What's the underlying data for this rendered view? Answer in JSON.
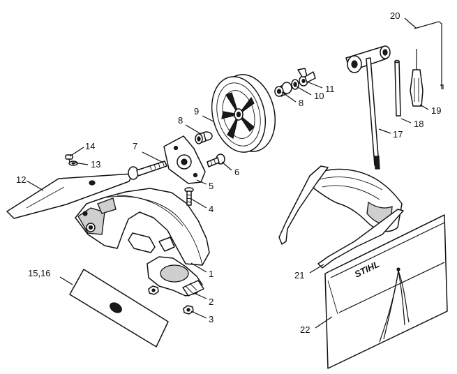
{
  "callouts": [
    {
      "id": "c1",
      "text": "1"
    },
    {
      "id": "c2",
      "text": "2"
    },
    {
      "id": "c3",
      "text": "3"
    },
    {
      "id": "c4",
      "text": "4"
    },
    {
      "id": "c5",
      "text": "5"
    },
    {
      "id": "c6",
      "text": "6"
    },
    {
      "id": "c7",
      "text": "7"
    },
    {
      "id": "c8a",
      "text": "8"
    },
    {
      "id": "c8b",
      "text": "8"
    },
    {
      "id": "c9",
      "text": "9"
    },
    {
      "id": "c10",
      "text": "10"
    },
    {
      "id": "c11",
      "text": "11"
    },
    {
      "id": "c12",
      "text": "12"
    },
    {
      "id": "c13",
      "text": "13"
    },
    {
      "id": "c14",
      "text": "14"
    },
    {
      "id": "c1516",
      "text": "15,16"
    },
    {
      "id": "c17",
      "text": "17"
    },
    {
      "id": "c18",
      "text": "18"
    },
    {
      "id": "c19",
      "text": "19"
    },
    {
      "id": "c20",
      "text": "20"
    },
    {
      "id": "c21",
      "text": "21"
    },
    {
      "id": "c22",
      "text": "22"
    }
  ],
  "logo_text": "STIHL"
}
